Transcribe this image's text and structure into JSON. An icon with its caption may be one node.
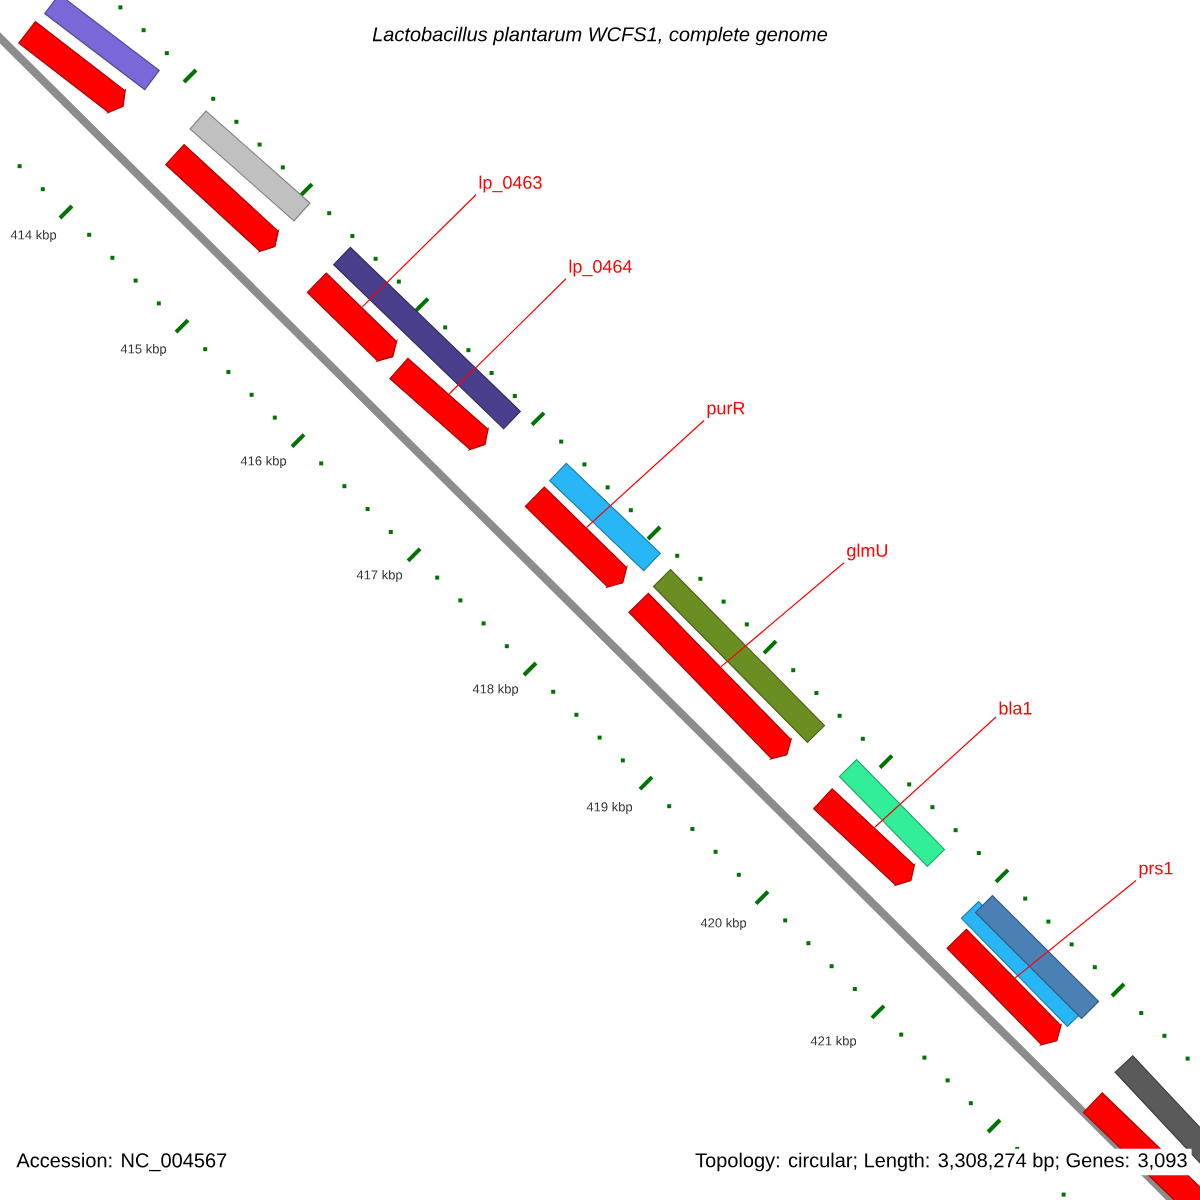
{
  "diagram": {
    "title": "Lactobacillus plantarum WCFS1, complete genome",
    "nodes": [
      {
        "text": [
          "lp_0463"
        ]
      },
      {
        "text": [
          "lp_0464"
        ]
      },
      {
        "text": [
          "purR"
        ]
      },
      {
        "text": [
          "glmU"
        ]
      },
      {
        "text": [
          "bla1"
        ]
      },
      {
        "text": [
          "prs1"
        ]
      },
      {
        "text": [],
        "shape": "arrow"
      },
      {
        "text": [],
        "shape": "arrow"
      },
      {
        "text": [],
        "shape": "arrow"
      },
      {
        "text": [],
        "shape": "arrow"
      },
      {
        "text": [],
        "shape": "arrow"
      },
      {
        "text": [],
        "shape": "arrow"
      },
      {
        "text": [],
        "shape": "arrow"
      },
      {
        "text": [],
        "shape": "arrow"
      },
      {
        "text": [],
        "shape": "arrow"
      },
      {
        "text": [],
        "shape": "bar"
      },
      {
        "text": [],
        "shape": "bar"
      },
      {
        "text": [],
        "shape": "bar"
      },
      {
        "text": [],
        "shape": "bar"
      },
      {
        "text": [],
        "shape": "bar"
      },
      {
        "text": [],
        "shape": "bar"
      },
      {
        "text": [],
        "shape": "bar"
      },
      {
        "text": [],
        "shape": "bar"
      },
      {
        "text": [],
        "shape": "bar"
      }
    ],
    "edges": [
      {
        "from": 0,
        "to": 8,
        "arrow": "none"
      },
      {
        "from": 1,
        "to": 9,
        "arrow": "none"
      },
      {
        "from": 2,
        "to": 10,
        "arrow": "none"
      },
      {
        "from": 3,
        "to": 11,
        "arrow": "none"
      },
      {
        "from": 4,
        "to": 12,
        "arrow": "none"
      },
      {
        "from": 5,
        "to": 13,
        "arrow": "none"
      }
    ],
    "labels": [
      "414 kbp",
      "415 kbp",
      "416 kbp",
      "417 kbp",
      "418 kbp",
      "419 kbp",
      "420 kbp",
      "421 kbp",
      "Accession: NC_004567",
      "Topology: circular; Length: 3,308,274 bp; Genes: 3,093"
    ]
  }
}
